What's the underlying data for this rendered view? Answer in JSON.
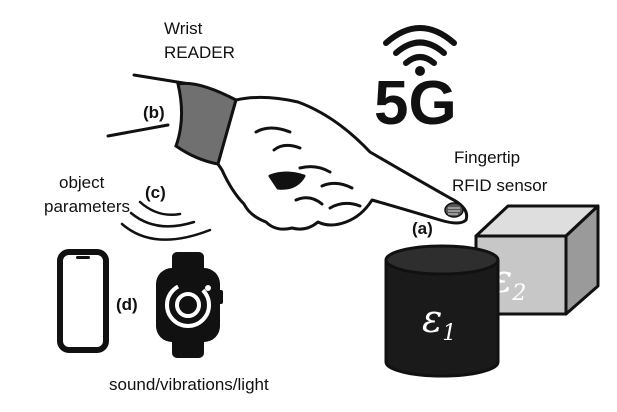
{
  "labels": {
    "wrist_line1": "Wrist",
    "wrist_line2": "READER",
    "fingertip_line1": "Fingertip",
    "fingertip_line2": "RFID sensor",
    "object_line1": "object",
    "object_line2": "parameters",
    "output": "sound/vibrations/light",
    "network": "5G"
  },
  "tags": {
    "a": "(a)",
    "b": "(b)",
    "c": "(c)",
    "d": "(d)"
  },
  "objects": {
    "eps1_symbol": "ε",
    "eps1_sub": "1",
    "eps2_symbol": "ε",
    "eps2_sub": "2"
  },
  "icons": [
    "wifi-icon",
    "hand-icon",
    "wristband-icon",
    "rfid-tag-icon",
    "signal-waves-icon",
    "smartphone-icon",
    "smartwatch-icon",
    "cylinder-object",
    "cube-object"
  ],
  "colors": {
    "ink": "#111111",
    "wristband": "#707070",
    "cylinder": "#1a1a1a",
    "cube_front": "#c7c7c7",
    "cube_top": "#dedede",
    "cube_side": "#9a9a9a"
  }
}
